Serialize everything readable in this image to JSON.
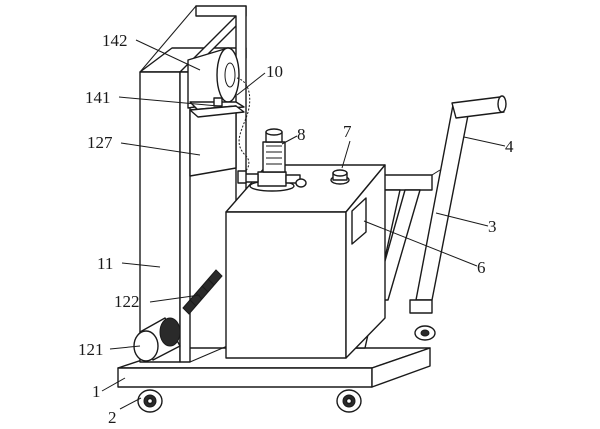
{
  "labels": {
    "l142": "142",
    "l10": "10",
    "l141": "141",
    "l127": "127",
    "l8": "8",
    "l7": "7",
    "l4": "4",
    "l3": "3",
    "l11": "11",
    "l6": "6",
    "l122": "122",
    "l121": "121",
    "l1": "1",
    "l2": "2"
  }
}
